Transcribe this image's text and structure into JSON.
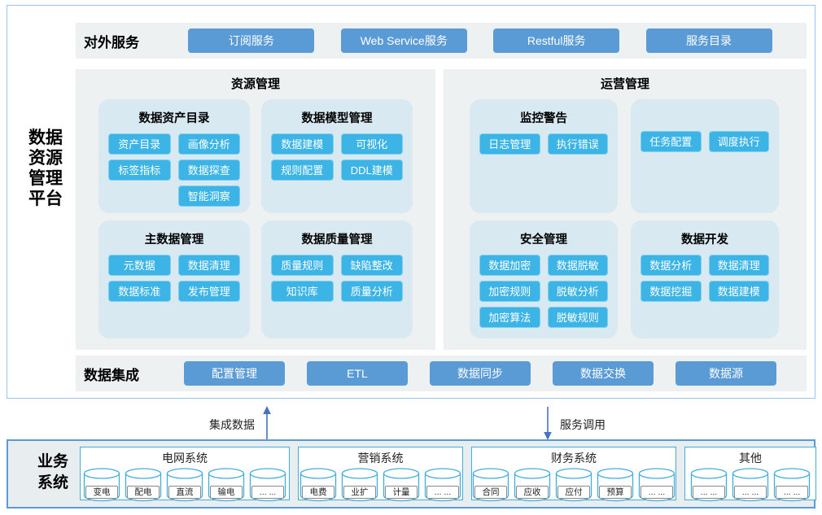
{
  "platform": {
    "title": "数据资源管理平台",
    "title_lines": [
      "数据",
      "资源",
      "管理",
      "平台"
    ]
  },
  "services": {
    "label": "对外服务",
    "buttons": [
      "订阅服务",
      "Web Service服务",
      "Restful服务",
      "服务目录"
    ]
  },
  "resource": {
    "title": "资源管理",
    "cards": [
      {
        "title": "数据资产目录",
        "buttons": [
          "资产目录",
          "画像分析",
          "标签指标",
          "数据探查",
          "智能洞察"
        ]
      },
      {
        "title": "数据模型管理",
        "buttons": [
          "数据建模",
          "可视化",
          "规则配置",
          "DDL建模"
        ]
      },
      {
        "title": "主数据管理",
        "buttons": [
          "元数据",
          "数据清理",
          "数据标准",
          "发布管理"
        ]
      },
      {
        "title": "数据质量管理",
        "buttons": [
          "质量规则",
          "缺陷整改",
          "知识库",
          "质量分析"
        ]
      }
    ]
  },
  "operations": {
    "title": "运营管理",
    "cards": [
      {
        "title": "监控警告",
        "buttons": [
          "日志管理",
          "执行错误"
        ]
      },
      {
        "title": "",
        "buttons": [
          "任务配置",
          "调度执行"
        ]
      },
      {
        "title": "安全管理",
        "buttons": [
          "数据加密",
          "数据脱敏",
          "加密规则",
          "脱敏分析",
          "加密算法",
          "脱敏规则"
        ]
      },
      {
        "title": "数据开发",
        "buttons": [
          "数据分析",
          "数据清理",
          "数据挖掘",
          "数据建模"
        ]
      }
    ]
  },
  "integration": {
    "label": "数据集成",
    "buttons": [
      "配置管理",
      "ETL",
      "数据同步",
      "数据交换",
      "数据源"
    ]
  },
  "flows": {
    "up_label": "集成数据",
    "down_label": "服务调用"
  },
  "business": {
    "label": "业务系统",
    "label_lines": [
      "业务",
      "系统"
    ],
    "systems": [
      {
        "title": "电网系统",
        "items": [
          "变电",
          "配电",
          "直流",
          "输电",
          "... ..."
        ]
      },
      {
        "title": "营销系统",
        "items": [
          "电费",
          "业扩",
          "计量",
          "... ..."
        ]
      },
      {
        "title": "财务系统",
        "items": [
          "合同",
          "应收",
          "应付",
          "预算",
          "... ..."
        ]
      },
      {
        "title": "其他",
        "items": [
          "... ...",
          "... ...",
          "... ..."
        ]
      }
    ]
  },
  "icons": {
    "database": "database-cylinder-icon",
    "arrow_up": "arrow-up-icon",
    "arrow_down": "arrow-down-icon"
  },
  "colors": {
    "primary_button": "#5b9bd5",
    "sub_button": "#3cb4e5",
    "card_bg": "#d8e9f2",
    "panel_bg": "#edf1f2",
    "arrow": "#4472c4",
    "system_border": "#41addf",
    "outer_border": "#9dc3e6"
  }
}
